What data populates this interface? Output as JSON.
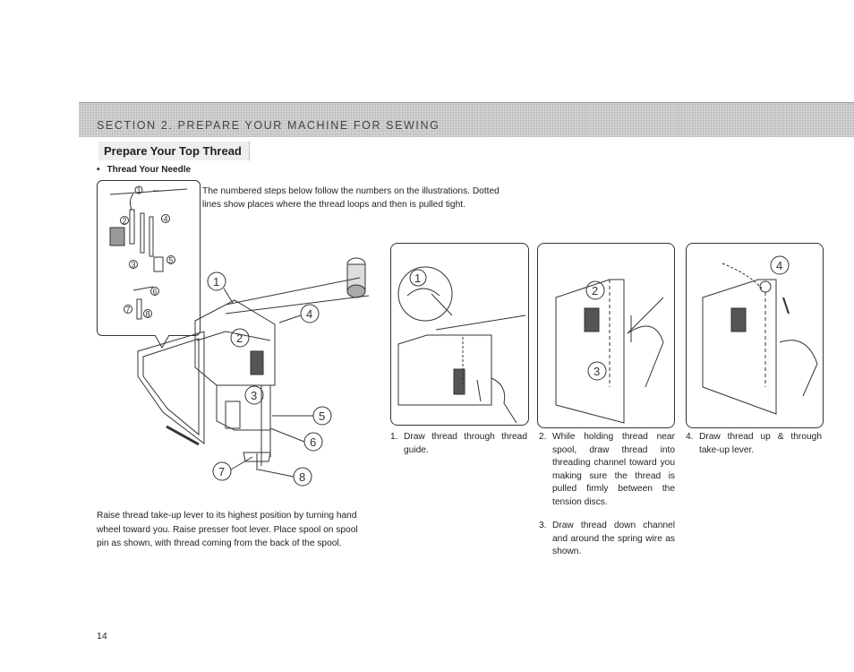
{
  "section": {
    "title": "SECTION  2.   PREPARE YOUR MACHINE FOR SEWING"
  },
  "subsection": {
    "title": "Prepare Your Top Thread"
  },
  "bullet": {
    "marker": "•",
    "label": "Thread Your Needle"
  },
  "intro": "The numbered steps below follow the numbers on the illustrations. Dotted lines show places where the thread loops and then is pulled tight.",
  "main_text": "Raise thread take-up lever to its highest position by turning hand wheel toward you. Raise presser foot lever. Place spool on spool pin as shown, with thread coming from the back of the spool.",
  "steps": [
    {
      "num": "1.",
      "text": "Draw thread through thread guide."
    },
    {
      "num": "2.",
      "text": "While holding thread near spool, draw thread into threading channel toward you making sure the thread is pulled firmly between the tension discs."
    },
    {
      "num": "3.",
      "text": "Draw thread down channel and around the spring wire as shown."
    },
    {
      "num": "4.",
      "text": "Draw thread up & through take-up lever."
    }
  ],
  "figure_labels": {
    "overview": [
      "1",
      "2",
      "3",
      "4",
      "5",
      "6",
      "7",
      "8"
    ],
    "panel_1": "1",
    "panel_2": [
      "2",
      "3"
    ],
    "panel_4": "4"
  },
  "page_number": "14"
}
